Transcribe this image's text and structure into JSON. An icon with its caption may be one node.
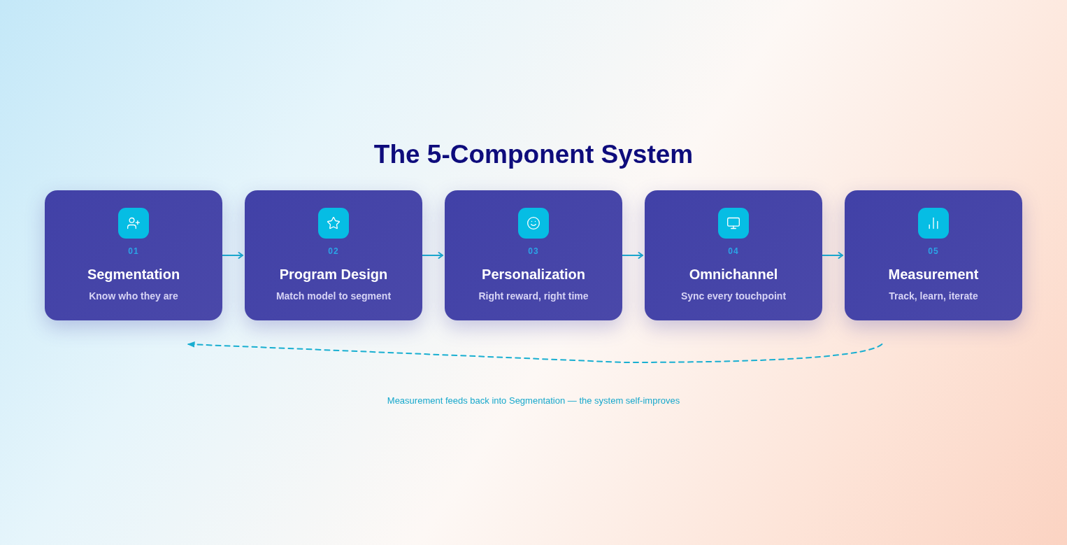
{
  "diagram": {
    "title": "The 5-Component System",
    "caption": "Measurement feeds back into Segmentation — the system self-improves",
    "nodes": [
      {
        "text": [
          "01",
          "Segmentation",
          "Know who they are"
        ]
      },
      {
        "text": [
          "02",
          "Program Design",
          "Match model to segment"
        ]
      },
      {
        "text": [
          "03",
          "Personalization",
          "Right reward, right time"
        ]
      },
      {
        "text": [
          "04",
          "Omnichannel",
          "Sync every touchpoint"
        ]
      },
      {
        "text": [
          "05",
          "Measurement",
          "Track, learn, iterate"
        ]
      }
    ],
    "edges": [
      {
        "from": 0,
        "to": 1,
        "arrow": "to"
      },
      {
        "from": 1,
        "to": 2,
        "arrow": "to"
      },
      {
        "from": 2,
        "to": 3,
        "arrow": "to"
      },
      {
        "from": 3,
        "to": 4,
        "arrow": "to"
      },
      {
        "from": 4,
        "to": 0,
        "arrow": "to",
        "style": "dashed"
      }
    ]
  }
}
